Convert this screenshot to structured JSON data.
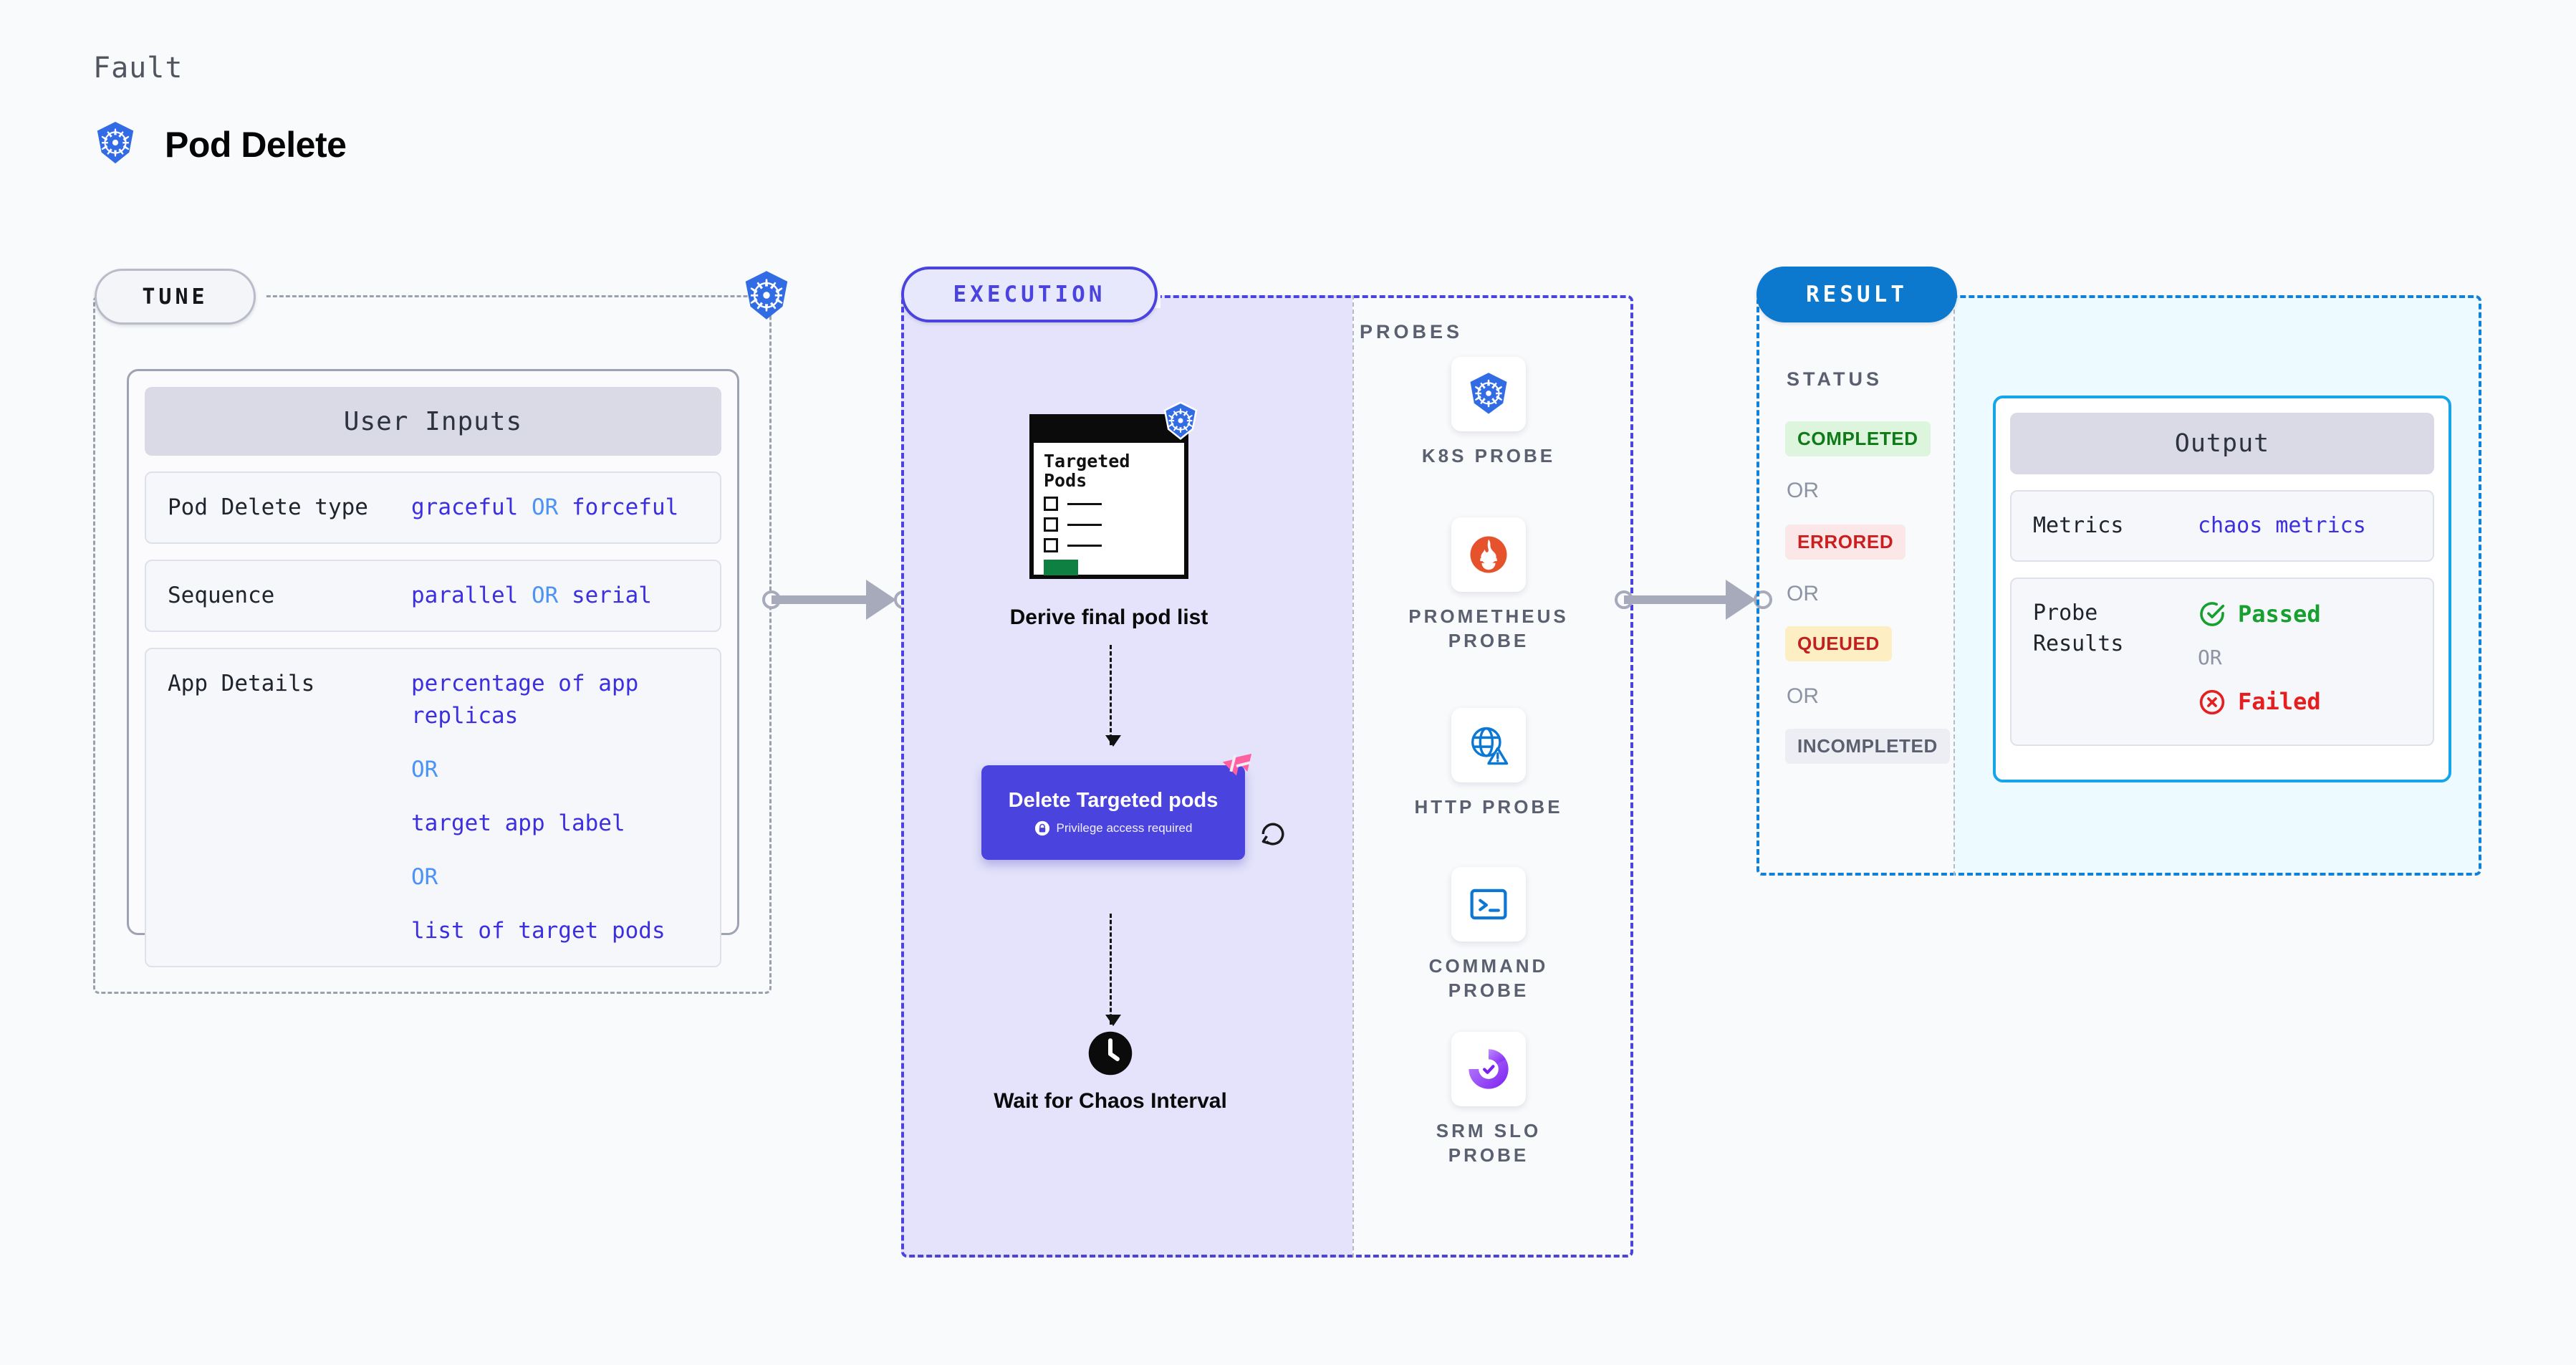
{
  "header": {
    "eyebrow": "Fault",
    "title": "Pod Delete",
    "icon": "kubernetes-icon"
  },
  "tune": {
    "badge": "TUNE",
    "dash_icon": "kubernetes-icon",
    "card_title": "User Inputs",
    "rows": [
      {
        "key": "Pod Delete type",
        "value_a": "graceful",
        "or": "OR",
        "value_b": "forceful"
      },
      {
        "key": "Sequence",
        "value_a": "parallel",
        "or": "OR",
        "value_b": "serial"
      }
    ],
    "app_details": {
      "key": "App Details",
      "options": [
        "percentage of app replicas",
        "target app label",
        "list of target pods"
      ],
      "or": "OR"
    }
  },
  "execution": {
    "badge": "EXECUTION",
    "derive": {
      "card_title": "Targeted Pods",
      "card_icon": "kubernetes-icon",
      "label": "Derive final pod list"
    },
    "delete": {
      "title": "Delete Targeted pods",
      "privilege": "Privilege access required",
      "privilege_icon": "lock-icon",
      "corner_icon": "harness-ribbon-icon",
      "loop_icon": "refresh-icon"
    },
    "wait": {
      "icon": "clock-icon",
      "label": "Wait for Chaos Interval"
    }
  },
  "probes": {
    "label": "PROBES",
    "items": [
      {
        "label": "K8S PROBE",
        "icon": "kubernetes-icon"
      },
      {
        "label": "PROMETHEUS PROBE",
        "icon": "prometheus-icon"
      },
      {
        "label": "HTTP PROBE",
        "icon": "globe-alert-icon"
      },
      {
        "label": "COMMAND PROBE",
        "icon": "terminal-icon"
      },
      {
        "label": "SRM SLO PROBE",
        "icon": "srm-slo-icon"
      }
    ]
  },
  "result": {
    "badge": "RESULT",
    "status_label": "STATUS",
    "statuses": [
      {
        "text": "COMPLETED",
        "bg": "#ddf5dd",
        "fg": "#0f7a18"
      },
      {
        "text": "ERRORED",
        "bg": "#fbe7e7",
        "fg": "#cb1f1f"
      },
      {
        "text": "QUEUED",
        "bg": "#fdeec4",
        "fg": "#c21f1f"
      },
      {
        "text": "INCOMPLETED",
        "bg": "#eceef3",
        "fg": "#5a6070"
      }
    ],
    "or": "OR",
    "output": {
      "card_title": "Output",
      "metrics_key": "Metrics",
      "metrics_value": "chaos metrics",
      "probe_results_key": "Probe Results",
      "passed": "Passed",
      "failed": "Failed",
      "or": "OR",
      "passed_icon": "check-circle-icon",
      "failed_icon": "x-circle-icon"
    }
  },
  "colors": {
    "accent_purple": "#4b43dd",
    "accent_blue": "#0c78ce",
    "k8s_blue": "#326ce5",
    "pink": "#ff60a0",
    "green": "#17a02f",
    "red": "#e51f1f"
  }
}
